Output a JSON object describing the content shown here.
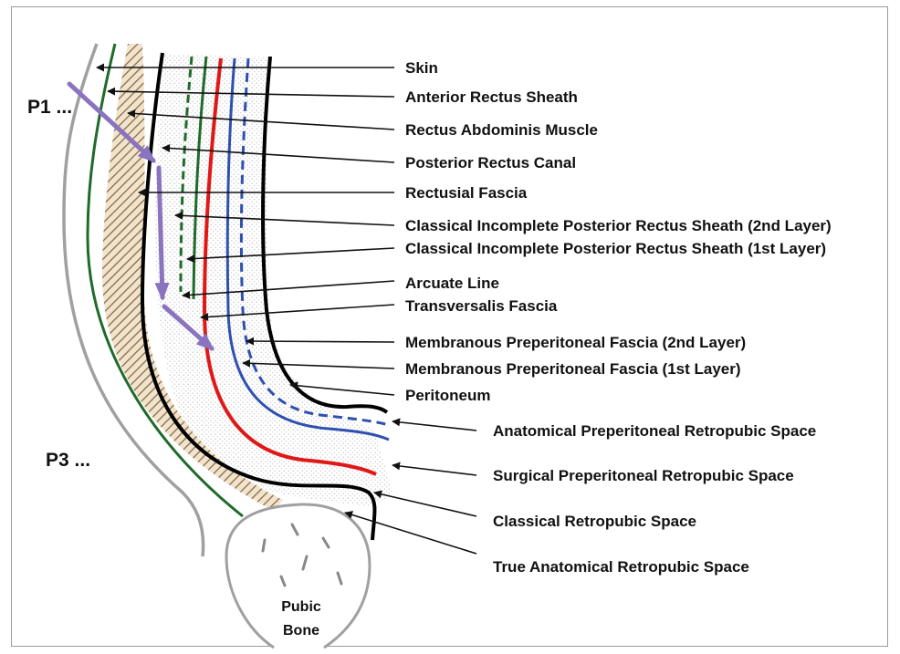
{
  "labels": {
    "skin": "Skin",
    "anterior_rectus_sheath": "Anterior Rectus Sheath",
    "rectus_abdominis_muscle": "Rectus Abdominis Muscle",
    "posterior_rectus_canal": "Posterior Rectus Canal",
    "rectusial_fascia": "Rectusial Fascia",
    "posterior_sheath_2nd": "Classical Incomplete Posterior Rectus Sheath (2nd Layer)",
    "posterior_sheath_1st": "Classical Incomplete Posterior Rectus Sheath (1st Layer)",
    "arcuate_line": "Arcuate Line",
    "transversalis_fascia": "Transversalis Fascia",
    "membranous_fascia_2nd": "Membranous Preperitoneal Fascia (2nd Layer)",
    "membranous_fascia_1st": "Membranous Preperitoneal Fascia (1st Layer)",
    "peritoneum": "Peritoneum",
    "anatomical_preperitoneal_space": "Anatomical Preperitoneal Retropubic Space",
    "surgical_preperitoneal_space": "Surgical Preperitoneal Retropubic Space",
    "classical_retropubic_space": "Classical Retropubic Space",
    "true_anatomical_space": "True Anatomical Retropubic Space"
  },
  "markers": {
    "p1": "P1 ...",
    "p3": "P3 ..."
  },
  "pubic_bone": {
    "line1": "Pubic",
    "line2": "Bone"
  },
  "colors": {
    "skin_line": "#a0a0a0",
    "anterior_sheath_line": "#1f6b2a",
    "muscle_hatch": "#8b6a40",
    "muscle_fill": "#f1e4cf",
    "rectusial_fascia_line": "#000000",
    "posterior_sheath_line": "#1f6b2a",
    "transversalis_line": "#e01818",
    "membranous_line": "#2e50b0",
    "peritoneum_line": "#000000",
    "path_arrow": "#8a73bf",
    "stipple": "#9a9a9a"
  }
}
